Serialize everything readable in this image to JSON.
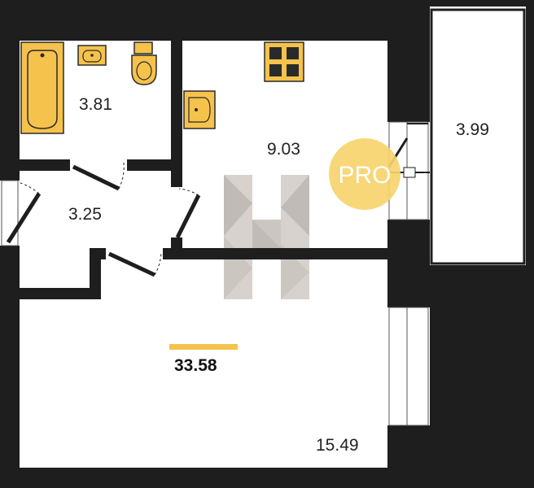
{
  "rooms": [
    {
      "id": "bathroom",
      "area": "3.81"
    },
    {
      "id": "kitchen",
      "area": "9.03"
    },
    {
      "id": "hallway",
      "area": "3.25"
    },
    {
      "id": "balcony",
      "area": "3.99"
    },
    {
      "id": "living-room",
      "area": "15.49"
    }
  ],
  "total_area": "33.58",
  "badge_text": "PRO",
  "colors": {
    "wall": "#1e1e1e",
    "fixture_fill": "#f5c24c",
    "fixture_stroke": "#2a2a2a",
    "accent_bar": "#f5c24c",
    "badge": "#f7d46e",
    "watermark": "#9a8f86"
  }
}
